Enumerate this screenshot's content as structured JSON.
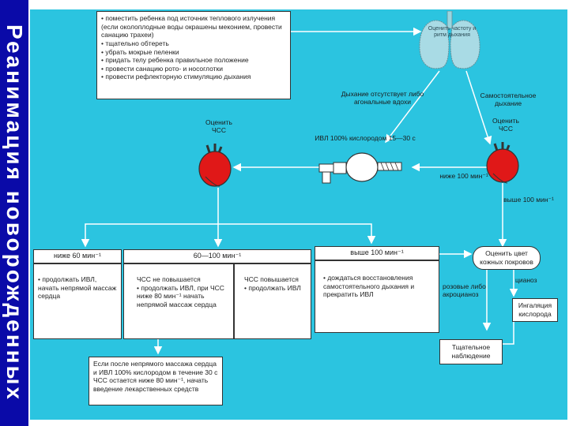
{
  "title": "Реанимация новорожденных",
  "steps_box": {
    "items": [
      "поместить ребенка под источник теплового излучения (если околоплодные воды окрашены меконием, провести санацию трахеи)",
      "тщательно обтереть",
      "убрать мокрые пеленки",
      "придать телу ребенка правильное положение",
      "провести санацию рото- и носоглотки",
      "провести рефлекторную стимуляцию дыхания"
    ]
  },
  "lungs_label": "Оценить частоту и ритм дыхания",
  "no_breath_label": "Дыхание отсутствует либо агональные вдохи",
  "spontaneous_label": "Самостоятельное дыхание",
  "hr_left_label": "Оценить ЧСС",
  "hr_right_label": "Оценить ЧСС",
  "ivl_label": "ИВЛ 100% кислородом 15—30 с",
  "below100_label": "ниже 100 мин⁻¹",
  "above100_label": "выше 100 мин⁻¹",
  "col1": {
    "header": "ниже 60 мин⁻¹",
    "items": [
      "продолжать ИВЛ, начать непрямой массаж сердца"
    ]
  },
  "col2": {
    "header": "60—100 мин⁻¹",
    "left_title": "ЧСС не повышается",
    "left_items": [
      "продолжать ИВЛ, при ЧСС ниже 80 мин⁻¹ начать непрямой массаж сердца"
    ],
    "right_title": "ЧСС повышается",
    "right_items": [
      "продолжать ИВЛ"
    ]
  },
  "col3": {
    "header": "выше 100 мин⁻¹",
    "items": [
      "дождаться восстановления самостоятельного дыхания и прекратить ИВЛ"
    ]
  },
  "skin_box": "Оценить цвет кожных покровов",
  "pink_label": "розовые либо акроцианоз",
  "cyanosis_label": "цианоз",
  "oxygen_box": "Ингаляция кислорода",
  "observe_box": "Тщательное наблюдение",
  "bottom_box": "Если после непрямого массажа сердца и ИВЛ 100% кислородом в течение 30 с ЧСС остается ниже 80 мин⁻¹, начать введение лекарственных средств",
  "colors": {
    "title_bg": "#0a0aa8",
    "canvas_bg": "#2bc4e0",
    "heart": "#e01818"
  }
}
